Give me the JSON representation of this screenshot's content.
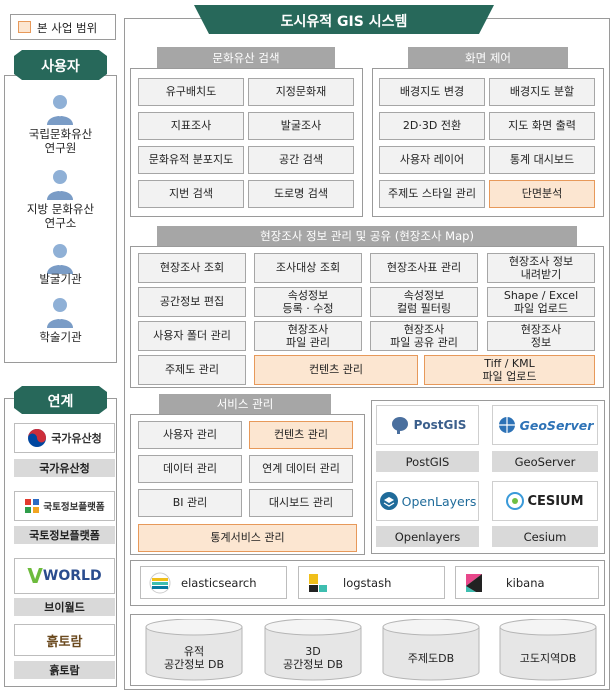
{
  "legend": {
    "label": "본 사업 범위",
    "color": "#fce6d1"
  },
  "users": {
    "title": "사용자",
    "items": [
      "국립문화유산\n연구원",
      "지방 문화유산\n연구소",
      "발굴기관",
      "학술기관"
    ]
  },
  "links": {
    "title": "연계",
    "items": [
      {
        "logo": "국가유산청",
        "name": "국가유산청"
      },
      {
        "logo": "국토정보플랫폼",
        "name": "국토정보플랫폼"
      },
      {
        "logo": "WORLD",
        "name": "브이월드"
      },
      {
        "logo": "흙토람",
        "name": "흙토람"
      }
    ]
  },
  "system": {
    "title": "도시유적 GIS 시스템"
  },
  "heritage_search": {
    "title": "문화유산 검색",
    "items": [
      "유구배치도",
      "지정문화재",
      "지표조사",
      "발굴조사",
      "문화유적 분포지도",
      "공간 검색",
      "지번 검색",
      "도로명 검색"
    ]
  },
  "screen_control": {
    "title": "화면 제어",
    "items": [
      "배경지도 변경",
      "배경지도 분할",
      "2D·3D 전환",
      "지도 화면 출력",
      "사용자 레이어",
      "통계 대시보드",
      "주제도 스타일 관리",
      "단면분석"
    ]
  },
  "field": {
    "title": "현장조사 정보 관리 및 공유 (현장조사 Map)",
    "items": [
      "현장조사 조회",
      "조사대상 조회",
      "현장조사표 관리",
      "현장조사 정보\n내려받기",
      "공간정보 편집",
      "속성정보\n등록 · 수정",
      "속성정보\n컬럼 필터링",
      "Shape / Excel\n파일 업로드",
      "사용자 폴더 관리",
      "현장조사\n파일 관리",
      "현장조사\n파일 공유 관리",
      "현장조사\n정보",
      "주제도 관리",
      "컨텐츠 관리",
      "Tiff / KML\n파일 업로드"
    ]
  },
  "service": {
    "title": "서비스 관리",
    "items": [
      "사용자 관리",
      "컨텐츠 관리",
      "데이터 관리",
      "연계 데이터 관리",
      "BI 관리",
      "대시보드 관리",
      "통계서비스 관리"
    ]
  },
  "tools": {
    "items": [
      {
        "logo": "PostGIS",
        "name": "PostGIS"
      },
      {
        "logo": "GeoServer",
        "name": "GeoServer"
      },
      {
        "logo": "OpenLayers",
        "name": "Openlayers"
      },
      {
        "logo": "CESIUM",
        "name": "Cesium"
      }
    ]
  },
  "elk": {
    "items": [
      "elasticsearch",
      "logstash",
      "kibana"
    ]
  },
  "databases": {
    "items": [
      "유적\n공간정보 DB",
      "3D\n공간정보 DB",
      "주제도DB",
      "고도지역DB"
    ]
  },
  "colors": {
    "green": "#27685a",
    "grey": "#a6a6a6",
    "cell": "#f2f2f2",
    "highlight": "#fce6d1",
    "highlight_border": "#e7995a"
  }
}
